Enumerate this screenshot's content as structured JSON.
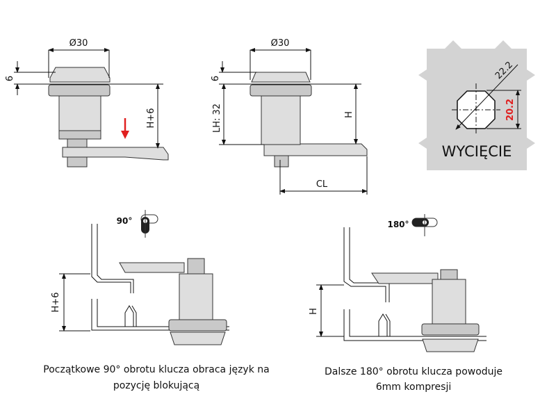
{
  "top_left": {
    "diameter_label": "Ø30",
    "height_label": "6",
    "h_label": "H+6",
    "arrow_color": "#e02020"
  },
  "top_middle": {
    "diameter_label": "Ø30",
    "height_label": "6",
    "lh_label": "LH: 32",
    "h_label": "H",
    "cl_label": "CL"
  },
  "cutout": {
    "diagonal_label": "22.2",
    "height_label": "20.2",
    "title": "WYCIĘCIE",
    "height_color": "#e02020",
    "bg_color": "#d3d3d3"
  },
  "bottom_left": {
    "angle_label": "90°",
    "h_label": "H+6",
    "caption_line1": "Początkowe 90° obrotu klucza obraca język na",
    "caption_line2": "pozycję blokującą"
  },
  "bottom_right": {
    "angle_label": "180°",
    "h_label": "H",
    "caption_line1": "Dalsze 180° obrotu klucza powoduje",
    "caption_line2": "6mm kompresji"
  }
}
